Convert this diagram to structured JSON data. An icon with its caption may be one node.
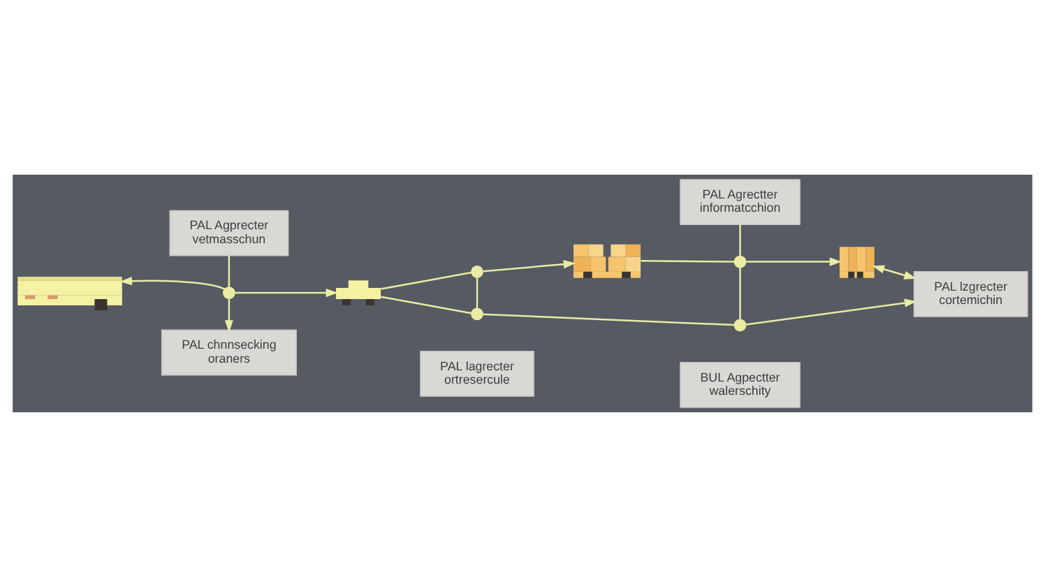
{
  "diagram": {
    "nodes": [
      {
        "text": [
          "PAL Agprecter vetmasschun"
        ]
      },
      {
        "text": [
          "PAL Agrectter informatcchion"
        ]
      },
      {
        "text": [],
        "shape": "picture"
      },
      {
        "text": [],
        "shape": "circle"
      },
      {
        "text": [],
        "shape": "picture"
      },
      {
        "text": [],
        "shape": "circle"
      },
      {
        "text": [],
        "shape": "picture"
      },
      {
        "text": [],
        "shape": "circle"
      },
      {
        "text": [],
        "shape": "picture"
      },
      {
        "text": [
          "PAL lzgrecter cortemichin"
        ]
      },
      {
        "text": [],
        "shape": "circle"
      },
      {
        "text": [],
        "shape": "circle"
      },
      {
        "text": [
          "PAL chnnsecking oraners"
        ]
      },
      {
        "text": [
          "PAL lagrecter ortresercule"
        ]
      },
      {
        "text": [
          "BUL Agpectter walerschity"
        ]
      }
    ],
    "edges": [
      {
        "from": 0,
        "to": 3,
        "arrow": "none"
      },
      {
        "from": 3,
        "to": 2,
        "arrow": "to"
      },
      {
        "from": 3,
        "to": 4,
        "arrow": "to"
      },
      {
        "from": 3,
        "to": 12,
        "arrow": "to"
      },
      {
        "from": 4,
        "to": 5,
        "arrow": "none"
      },
      {
        "from": 5,
        "to": 6,
        "arrow": "to"
      },
      {
        "from": 5,
        "to": 10,
        "arrow": "none"
      },
      {
        "from": 4,
        "to": 10,
        "arrow": "none"
      },
      {
        "from": 10,
        "to": 11,
        "arrow": "none"
      },
      {
        "from": 6,
        "to": 7,
        "arrow": "none"
      },
      {
        "from": 7,
        "to": 8,
        "arrow": "to"
      },
      {
        "from": 1,
        "to": 7,
        "arrow": "none"
      },
      {
        "from": 7,
        "to": 11,
        "arrow": "none"
      },
      {
        "from": 8,
        "to": 9,
        "arrow": "both"
      },
      {
        "from": 11,
        "to": 9,
        "arrow": "to"
      }
    ]
  }
}
